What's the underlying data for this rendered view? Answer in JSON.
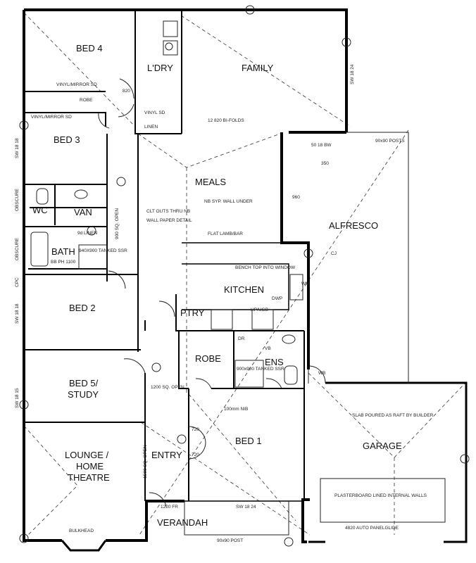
{
  "rooms": {
    "bed4": "BED 4",
    "laundry": "L'DRY",
    "family": "FAMILY",
    "bed3": "BED 3",
    "meals": "MEALS",
    "alfresco": "ALFRESCO",
    "wc": "WC",
    "van": "VAN",
    "bath": "BATH",
    "kitchen": "KITCHEN",
    "bed2": "BED 2",
    "ptry": "PTRY",
    "robe_center": "ROBE",
    "ens": "ENS",
    "bed5_line1": "BED 5/",
    "bed5_line2": "STUDY",
    "bed1": "BED 1",
    "garage": "GARAGE",
    "lounge_line1": "LOUNGE /",
    "lounge_line2": "HOME",
    "lounge_line3": "THEATRE",
    "entry": "ENTRY",
    "verandah": "VERANDAH"
  },
  "notes": {
    "vinyl_mirror_top": "VINYL/MIRROR SD",
    "robe_small": "ROBE",
    "vinyl_mirror_mid": "VINYL/MIRROR SD",
    "vinyl_sd": "VINYL SD",
    "linen": "LINEN",
    "folds": "12 820 BI-FOLDS",
    "sw_top": "SW 18 24",
    "bw_top": "50 18 BW",
    "posts": "90x90 POSTS",
    "wall_under": "NB SYP. WALL UNDER",
    "cut_outs": "CLT OUTS THRU NB",
    "wall_paper": "WALL PAPER DETAIL",
    "flat_lamp": "FLAT LAMB/BAR",
    "bench_top": "BENCH TOP INTO WINDOW",
    "hp_ugb": "HP/UGB",
    "dwp": "DWP",
    "tanked": "940X900 TANKED SSR",
    "tanked2": "900x900 TANKED SSR",
    "bath_spec": "BB PH 1100",
    "slab": "SLAB POURED AS RAFT BY BUILDER",
    "plasterboard": "PLASTERBOARD LINED INTERNAL WALLS",
    "panel_lift": "4820 AUTO PANELGLIDE",
    "bulkhead": "BULKHEAD",
    "post": "90x90 POST",
    "sw_verandah": "SW 18 24",
    "fr": "1220 FR",
    "open1": "1200 SQ. OPEN",
    "open2": "1500 SQ. OPEN",
    "open3": "900 SQ. OPEN",
    "dim_820": "820",
    "dim_720": "720",
    "dim_720b": "720",
    "dim_350": "350",
    "dim_960": "960",
    "obscure1": "OBSCURE",
    "obscure2": "OBSCURE",
    "cpc": "CPC",
    "cj": "CJ",
    "wb": "WB",
    "vb": "VB",
    "dr": "DR",
    "sw_left1": "SW 18 18",
    "sw_left2": "SW 18 18",
    "sw_left3": "SW 18 15",
    "sw_right": "SW 18 24",
    "wm": "WM",
    "ens_wall": "100mm NIB",
    "nib": "9d LINEN"
  }
}
